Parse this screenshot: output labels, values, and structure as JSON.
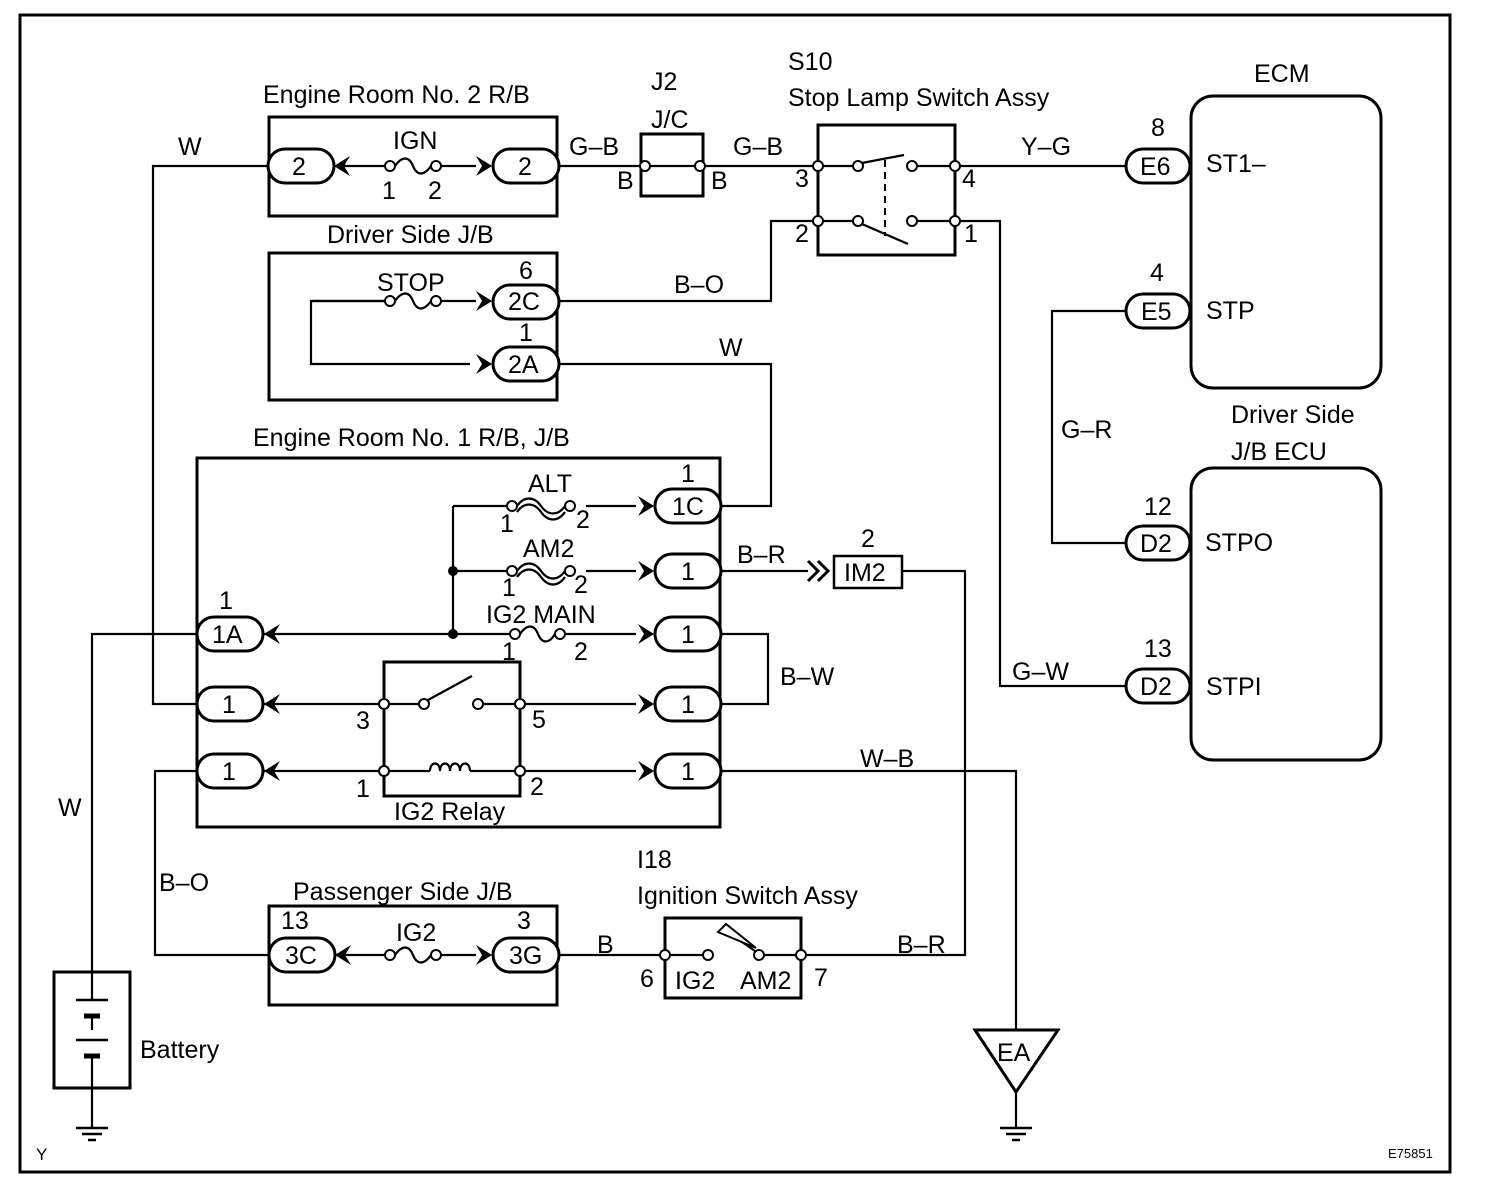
{
  "labels": {
    "er2": "Engine Room No. 2 R/B",
    "driver_jb": "Driver Side J/B",
    "er1": "Engine Room No. 1 R/B, J/B",
    "pass_jb": "Passenger Side J/B",
    "j2_code": "J2",
    "j2_name": "J/C",
    "s10_code": "S10",
    "s10_name": "Stop Lamp Switch Assy",
    "i18_code": "I18",
    "i18_name": "Ignition Switch Assy",
    "ecm": "ECM",
    "jb_ecu_1": "Driver Side",
    "jb_ecu_2": "J/B ECU",
    "battery": "Battery",
    "ig2_relay": "IG2 Relay",
    "ground": "EA",
    "corner": "Y",
    "figure_id": "E75851"
  },
  "fuses": {
    "ign": "IGN",
    "stop": "STOP",
    "alt": "ALT",
    "am2": "AM2",
    "ig2_main": "IG2 MAIN",
    "ig2": "IG2"
  },
  "connectors": {
    "er2_left": "2",
    "er2_right": "2",
    "c2c": "2C",
    "c2a": "2A",
    "c1c": "1C",
    "am2_out": "1",
    "c1a": "1A",
    "ig2m_out": "1",
    "relay_in": "1",
    "relay_out5": "1",
    "coil_in": "1",
    "coil_out": "1",
    "im2": "IM2",
    "c3c": "3C",
    "c3g": "3G",
    "e6": "E6",
    "e5": "E5",
    "d2a": "D2",
    "d2b": "D2"
  },
  "pins": {
    "ign_1": "1",
    "ign_2": "2",
    "c2c": "6",
    "c2a": "1",
    "alt_1": "1",
    "alt_2": "2",
    "c1c": "1",
    "am2_1": "1",
    "am2_2": "2",
    "c1a": "1",
    "ig2m_1": "1",
    "ig2m_2": "2",
    "relay_3": "3",
    "relay_5": "5",
    "relay_1": "1",
    "relay_2": "2",
    "im2": "2",
    "c3c": "13",
    "c3g": "3",
    "ig_6": "6",
    "ig_7": "7",
    "s10_3": "3",
    "s10_4": "4",
    "s10_2": "2",
    "s10_1": "1",
    "j2_left": "B",
    "j2_right": "B",
    "e6": "8",
    "e5": "4",
    "d2a": "12",
    "d2b": "13"
  },
  "terminals": {
    "st1": "ST1–",
    "stp": "STP",
    "stpo": "STPO",
    "stpi": "STPI",
    "ig_ig2": "IG2",
    "ig_am2": "AM2"
  },
  "wires": {
    "w_top": "W",
    "gb1": "G–B",
    "gb2": "G–B",
    "yg": "Y–G",
    "bo_top": "B–O",
    "w_mid": "W",
    "gr": "G–R",
    "br_im2": "B–R",
    "bw": "B–W",
    "gw": "G–W",
    "wb": "W–B",
    "w_batt": "W",
    "bo_left": "B–O",
    "b_ign": "B",
    "br_ign": "B–R"
  }
}
